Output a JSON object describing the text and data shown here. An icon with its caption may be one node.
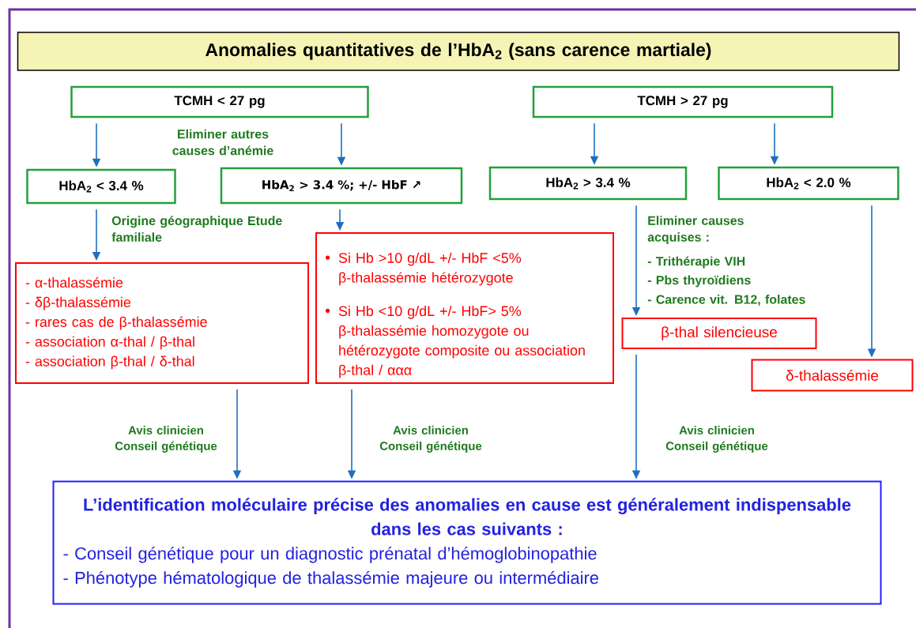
{
  "diagram": {
    "nodes": [
      {
        "text": [
          "Anomalies quantitatives de l’HbA$_{2}$ (sans carence martiale)"
        ]
      },
      {
        "text": [
          "TCMH < 27 pg"
        ]
      },
      {
        "text": [
          "TCMH > 27 pg"
        ]
      },
      {
        "text": [
          "HbA$_{2}$ < 3.4 %"
        ]
      },
      {
        "text": [
          "HbA$_{2}$ > 3.4 %; +/- HbF ↗"
        ]
      },
      {
        "text": [
          "HbA$_{2}$ > 3.4 %"
        ]
      },
      {
        "text": [
          "HbA$_{2}$ < 2.0 %"
        ]
      },
      {
        "text": [
          "- α-thalassémie",
          "- δβ-thalassémie",
          "- rares cas de β-thalassémie",
          "- association α-thal / β-thal",
          "- association β-thal / δ-thal"
        ]
      },
      {
        "text": [
          "Si Hb >10 g/dL +/- HbF <5% β-thalassémie hétérozygote",
          "Si Hb <10 g/dL +/- HbF> 5% β-thalassémie homozygote ou hétérozygote composite ou association β-thal / ααα"
        ]
      },
      {
        "text": [
          "β-thal silencieuse"
        ]
      },
      {
        "text": [
          "δ-thalassémie"
        ]
      },
      {
        "text": [
          "L’identification moléculaire précise des anomalies en cause est généralement indispensable dans les cas suivants :",
          "- Conseil génétique pour un diagnostic prénatal d’hémoglobinopathie",
          "- Phénotype hématologique de thalassémie majeure ou intermédiaire"
        ]
      }
    ],
    "edges": [
      {
        "from": 1,
        "to": 3,
        "arrow": "to"
      },
      {
        "from": 1,
        "to": 4,
        "arrow": "to"
      },
      {
        "from": 3,
        "to": 7,
        "arrow": "to",
        "label": "Origine géographique Etude familiale"
      },
      {
        "from": 4,
        "to": 8,
        "arrow": "to"
      },
      {
        "from": 2,
        "to": 5,
        "arrow": "to"
      },
      {
        "from": 2,
        "to": 6,
        "arrow": "to"
      },
      {
        "from": 5,
        "to": 9,
        "arrow": "to",
        "label": "Eliminer causes acquises :"
      },
      {
        "from": 6,
        "to": 10,
        "arrow": "to"
      },
      {
        "from": 7,
        "to": 11,
        "arrow": "to",
        "label": "Avis clinicien Conseil génétique"
      },
      {
        "from": 8,
        "to": 11,
        "arrow": "to",
        "label": "Avis clinicien Conseil génétique"
      },
      {
        "from": 9,
        "to": 11,
        "arrow": "to",
        "label": "Avis clinicien Conseil génétique"
      }
    ],
    "labels": [
      "Eliminer autres causes d’anémie",
      "- Trithérapie VIH",
      "- Pbs thyroïdiens",
      "- Carence vit. B12, folates"
    ]
  }
}
